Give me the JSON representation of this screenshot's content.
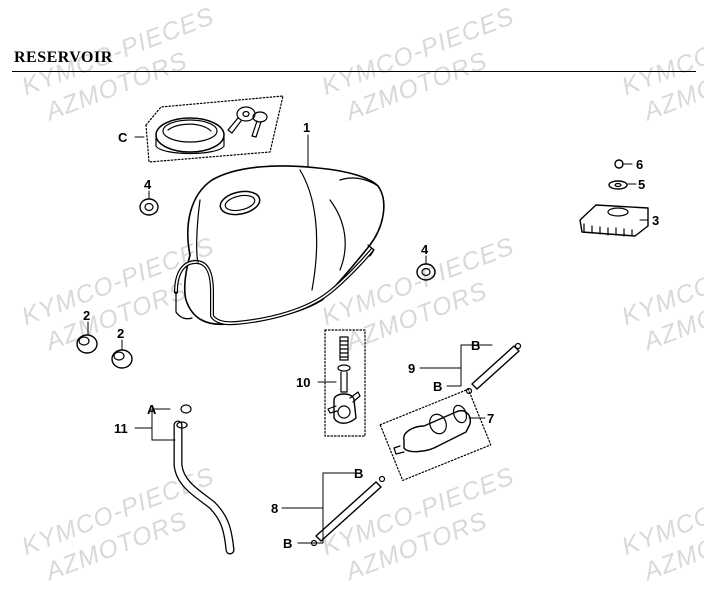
{
  "title": "RESERVOIR",
  "watermarks": [
    "KYMCO-PIECES",
    "AZMOTORS"
  ],
  "labels": {
    "tank": "1",
    "rubber_a": "2",
    "rubber_b": "2",
    "pad": "3",
    "grommet_left": "4",
    "grommet_right": "4",
    "washer": "5",
    "bolt": "6",
    "fuel_filter": "7",
    "hose_8": "8",
    "hose_9": "9",
    "fuel_cock": "10",
    "breather_hose": "11",
    "cap_set": "C",
    "clip_a": "A",
    "clip_b1": "B",
    "clip_b2": "B",
    "clip_b3": "B",
    "clip_b4": "B"
  }
}
